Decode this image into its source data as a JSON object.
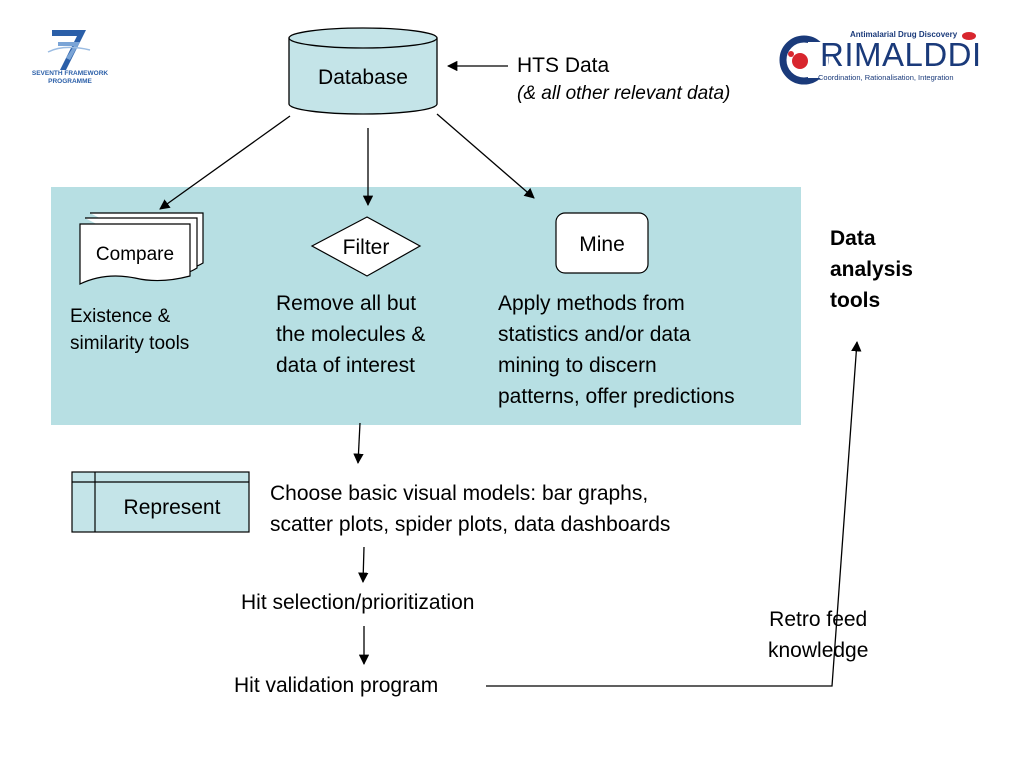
{
  "diagram": {
    "database": {
      "label": "Database"
    },
    "hts": {
      "title": "HTS Data",
      "subtitle": "(& all other relevant data)"
    },
    "compare": {
      "label": "Compare",
      "description_lines": [
        "Existence &",
        "similarity tools"
      ]
    },
    "filter": {
      "label": "Filter",
      "description_lines": [
        "Remove all but",
        "the molecules &",
        "data of interest"
      ]
    },
    "mine": {
      "label": "Mine",
      "description_lines": [
        "Apply methods from",
        "statistics and/or data",
        "mining to discern",
        "patterns, offer predictions"
      ]
    },
    "panel_label_lines": [
      "Data",
      "analysis",
      "tools"
    ],
    "represent": {
      "label": "Represent",
      "description_lines": [
        "Choose basic visual models: bar graphs,",
        "scatter plots, spider plots, data dashboards"
      ]
    },
    "hit_selection": "Hit selection/prioritization",
    "hit_validation": "Hit validation program",
    "retro_lines": [
      "Retro feed",
      "knowledge"
    ]
  },
  "logos": {
    "fp7": {
      "line1": "SEVENTH FRAMEWORK",
      "line2": "PROGRAMME",
      "mark": "7"
    },
    "crimalddi": {
      "tagline": "Antimalarial Drug Discovery",
      "name": "RIMALDDI",
      "initial": "C",
      "subtitle": "Coordination, Rationalisation, Integration",
      "color": "#1a3a7a",
      "accent": "#d8262e"
    }
  },
  "colors": {
    "panel": "#b7dfe3",
    "shape_fill": "#c4e4e8",
    "stroke": "#000000"
  }
}
